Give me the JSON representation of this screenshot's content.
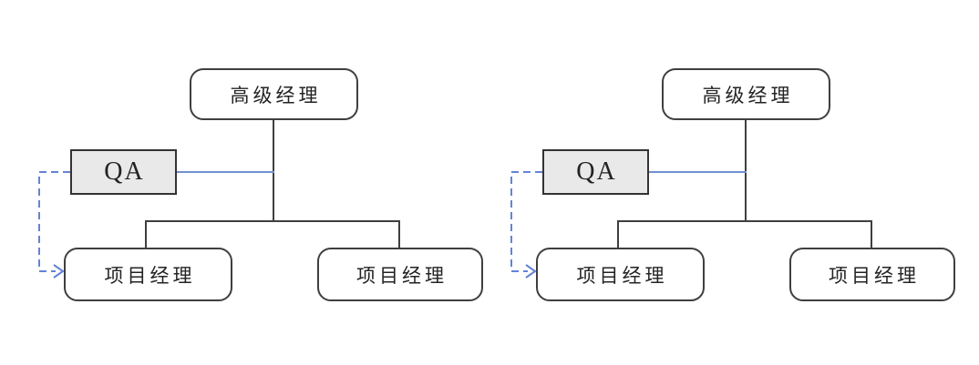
{
  "colors": {
    "background": "#ffffff",
    "tree_line": "#3f3f3f",
    "box_border": "#3f3f3f",
    "qa_fill": "#e9e9e9",
    "qa_border": "#333333",
    "solid_link": "#7191ce",
    "dashed_link": "#6383d8",
    "text": "#232323"
  },
  "diagrams": [
    {
      "name": "org-chart-left",
      "nodes": {
        "senior_manager": {
          "label": "高级经理",
          "shape": "rounded-rect",
          "fill": "#ffffff"
        },
        "qa": {
          "label": "QA",
          "shape": "rect",
          "fill": "#e9e9e9"
        },
        "pm_left": {
          "label": "项目经理",
          "shape": "rounded-rect",
          "fill": "#ffffff"
        },
        "pm_right": {
          "label": "项目经理",
          "shape": "rounded-rect",
          "fill": "#ffffff"
        }
      },
      "edges": [
        {
          "from": "senior_manager",
          "to": "pm_left",
          "style": "solid-tree"
        },
        {
          "from": "senior_manager",
          "to": "pm_right",
          "style": "solid-tree"
        },
        {
          "from": "qa",
          "to": "senior_manager-trunk",
          "style": "solid-blue"
        },
        {
          "from": "qa",
          "to": "pm_left",
          "style": "dashed-blue-arrow"
        }
      ]
    },
    {
      "name": "org-chart-right",
      "nodes": {
        "senior_manager": {
          "label": "高级经理",
          "shape": "rounded-rect",
          "fill": "#ffffff"
        },
        "qa": {
          "label": "QA",
          "shape": "rect",
          "fill": "#e9e9e9"
        },
        "pm_left": {
          "label": "项目经理",
          "shape": "rounded-rect",
          "fill": "#ffffff"
        },
        "pm_right": {
          "label": "项目经理",
          "shape": "rounded-rect",
          "fill": "#ffffff"
        }
      },
      "edges": [
        {
          "from": "senior_manager",
          "to": "pm_left",
          "style": "solid-tree"
        },
        {
          "from": "senior_manager",
          "to": "pm_right",
          "style": "solid-tree"
        },
        {
          "from": "qa",
          "to": "senior_manager-trunk",
          "style": "solid-blue"
        },
        {
          "from": "qa",
          "to": "pm_left",
          "style": "dashed-blue-arrow"
        }
      ]
    }
  ]
}
